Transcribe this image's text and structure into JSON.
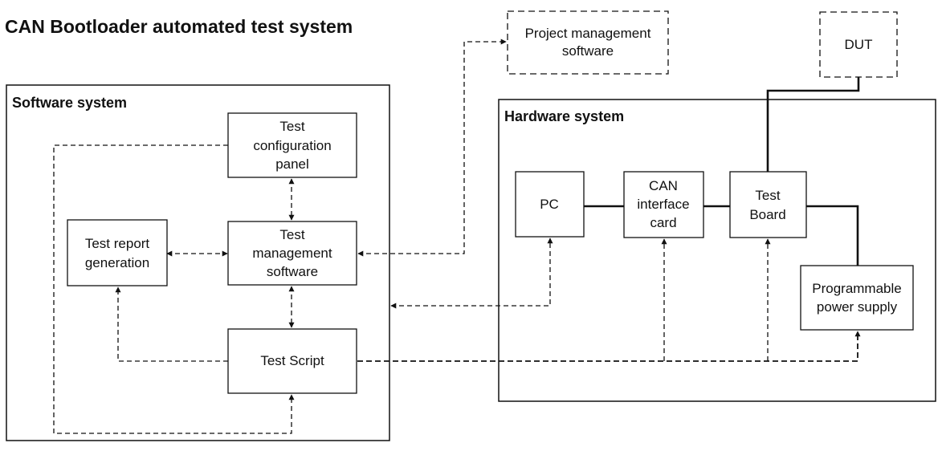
{
  "title": "CAN Bootloader automated test system",
  "groups": {
    "software": "Software system",
    "hardware": "Hardware system"
  },
  "nodes": {
    "project_mgmt": [
      "Project management",
      "software"
    ],
    "dut": [
      "DUT"
    ],
    "test_config": [
      "Test",
      "configuration",
      "panel"
    ],
    "test_mgmt": [
      "Test",
      "management",
      "software"
    ],
    "test_report": [
      "Test report",
      "generation"
    ],
    "test_script": [
      "Test Script"
    ],
    "pc": [
      "PC"
    ],
    "can_card": [
      "CAN",
      "interface",
      "card"
    ],
    "test_board": [
      "Test",
      "Board"
    ],
    "power_supply": [
      "Programmable",
      "power supply"
    ]
  }
}
